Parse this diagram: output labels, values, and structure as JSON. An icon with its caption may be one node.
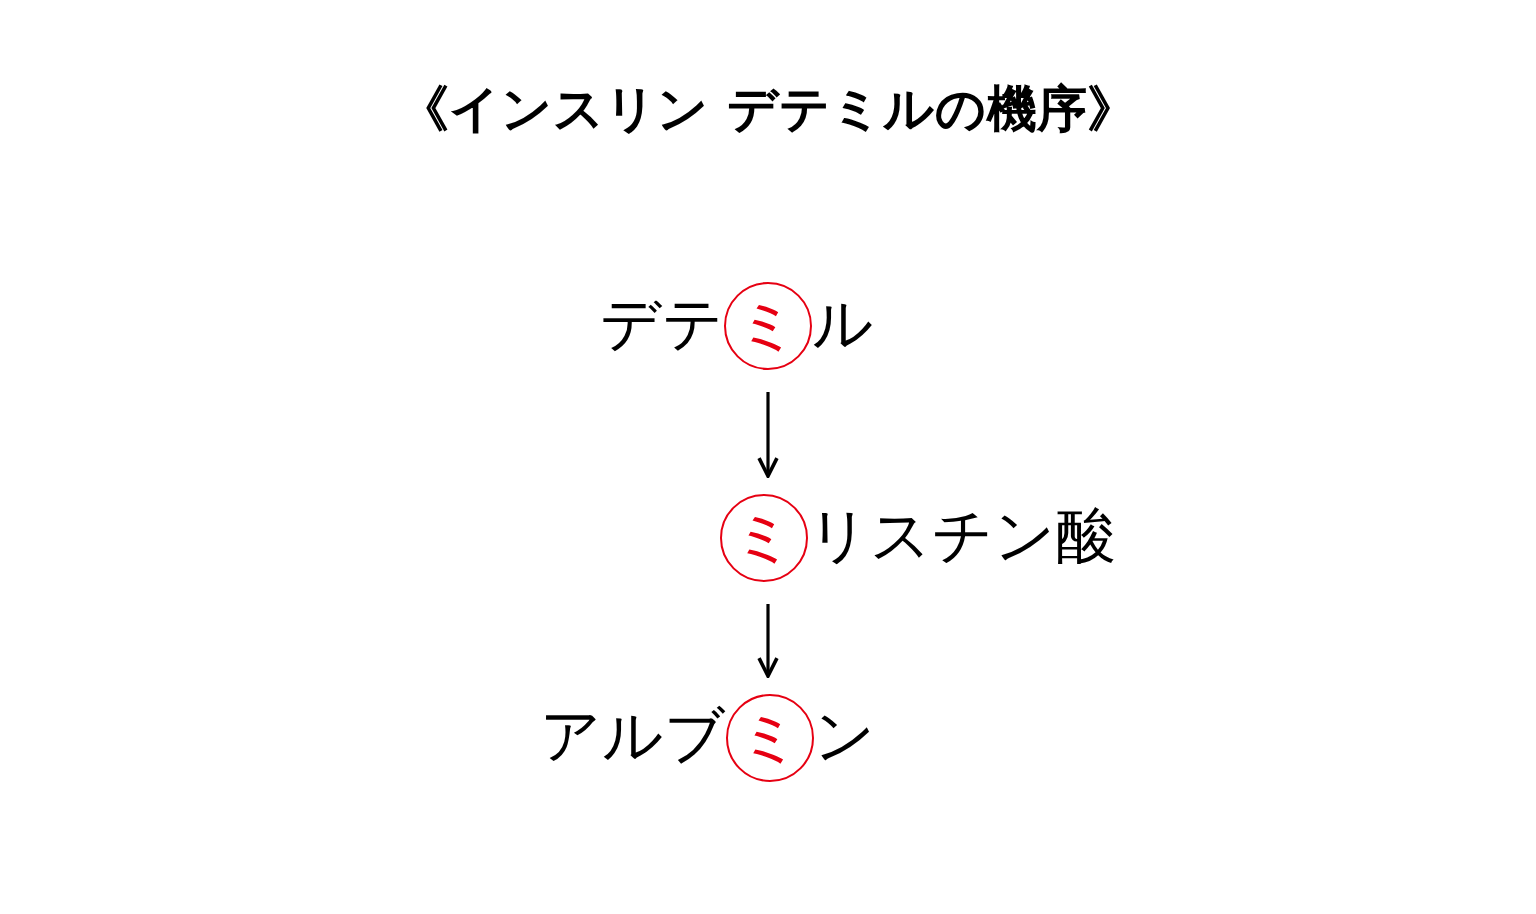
{
  "diagram": {
    "title": "《インスリン デテミルの機序》",
    "nodes": [
      {
        "text": [
          "デテ",
          "ミ",
          "ル"
        ]
      },
      {
        "text": [
          "ミ",
          "リスチン酸"
        ]
      },
      {
        "text": [
          "アルブ",
          "ミ",
          "ン"
        ]
      }
    ],
    "edges": [
      {
        "from": 0,
        "to": 1,
        "arrow": "to"
      },
      {
        "from": 1,
        "to": 2,
        "arrow": "to"
      }
    ]
  }
}
